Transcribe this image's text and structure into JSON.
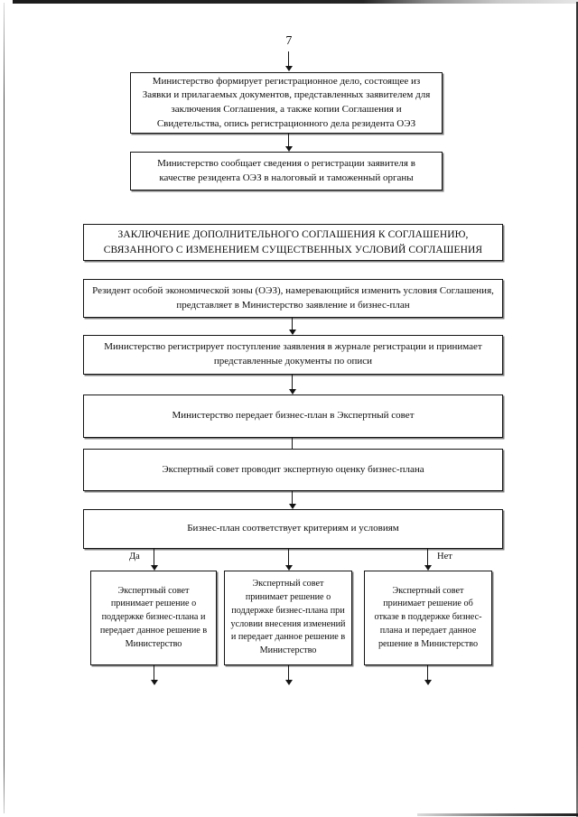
{
  "document": {
    "page_number": "7",
    "language": "ru"
  },
  "section_title": "ЗАКЛЮЧЕНИЕ ДОПОЛНИТЕЛЬНОГО СОГЛАШЕНИЯ К СОГЛАШЕНИЮ, СВЯЗАННОГО С ИЗМЕНЕНИЕМ СУЩЕСТВЕННЫХ УСЛОВИЙ СОГЛАШЕНИЯ",
  "flow": {
    "top_steps": [
      {
        "id": "form-registration-file",
        "text": "Министерство формирует регистрационное дело, состоящее из Заявки и прилагаемых документов, представленных заявителем для заключения Соглашения, а также копии Соглашения и Свидетельства, опись регистрационного дела резидента ОЭЗ"
      },
      {
        "id": "notify-tax-customs",
        "text": "Министерство сообщает сведения о регистрации заявителя в качестве резидента ОЭЗ в налоговый и таможенный органы"
      }
    ],
    "steps": [
      {
        "id": "resident-submits-application",
        "text": "Резидент особой экономической зоны (ОЭЗ), намеревающийся изменить условия Соглашения, представляет в Министерство заявление и бизнес-план"
      },
      {
        "id": "ministry-registers-application",
        "text": "Министерство регистрирует поступление заявления в журнале регистрации и принимает представленные документы по описи"
      },
      {
        "id": "ministry-forwards-business-plan",
        "text": "Министерство передает бизнес-план в Экспертный совет"
      },
      {
        "id": "expert-council-evaluates",
        "text": "Экспертный совет проводит экспертную оценку бизнес-плана"
      }
    ],
    "decision": {
      "id": "business-plan-meets-criteria",
      "text": "Бизнес-план соответствует критериям и условиям",
      "yes_label": "Да",
      "no_label": "Нет"
    },
    "outcomes": [
      {
        "id": "approve-support",
        "text": "Экспертный совет принимает решение о поддержке бизнес-плана и передает данное решение в Министерство"
      },
      {
        "id": "approve-with-changes",
        "text": "Экспертный совет принимает решение о поддержке бизнес-плана при условии внесения изменений и передает данное решение в Министерство"
      },
      {
        "id": "reject-support",
        "text": "Экспертный совет принимает решение об отказе в поддержке бизнес-плана и передает данное решение в Министерство"
      }
    ]
  },
  "colors": {
    "ink": "#141414",
    "paper": "#ffffff"
  }
}
